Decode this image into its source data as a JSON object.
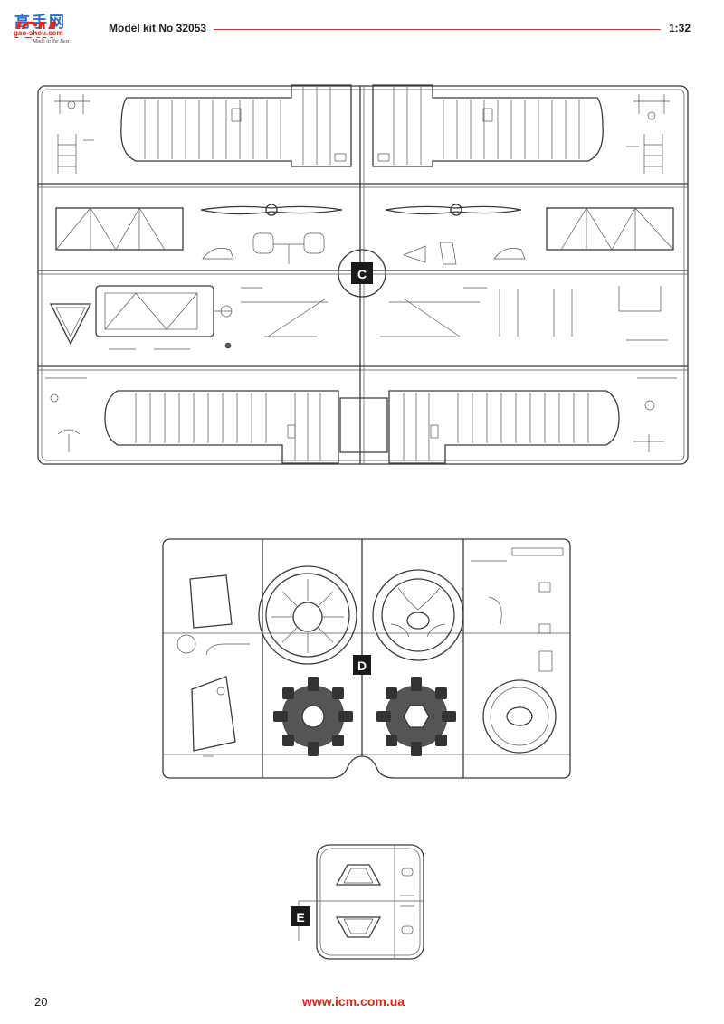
{
  "header": {
    "logo_watermark": "高手网",
    "logo_brand": "ICM",
    "logo_url": "gao-shou.com",
    "logo_tagline": "Made in the Best",
    "kit_title": "Model kit No 32053",
    "scale": "1:32"
  },
  "sprues": {
    "c": {
      "letter": "C"
    },
    "d": {
      "letter": "D"
    },
    "e": {
      "letter": "E"
    }
  },
  "footer": {
    "page_number": "20",
    "website": "www.icm.com.ua"
  },
  "colors": {
    "accent": "#d8261c",
    "rule": "#d23a2f",
    "label_bg": "#1a1a1a"
  }
}
